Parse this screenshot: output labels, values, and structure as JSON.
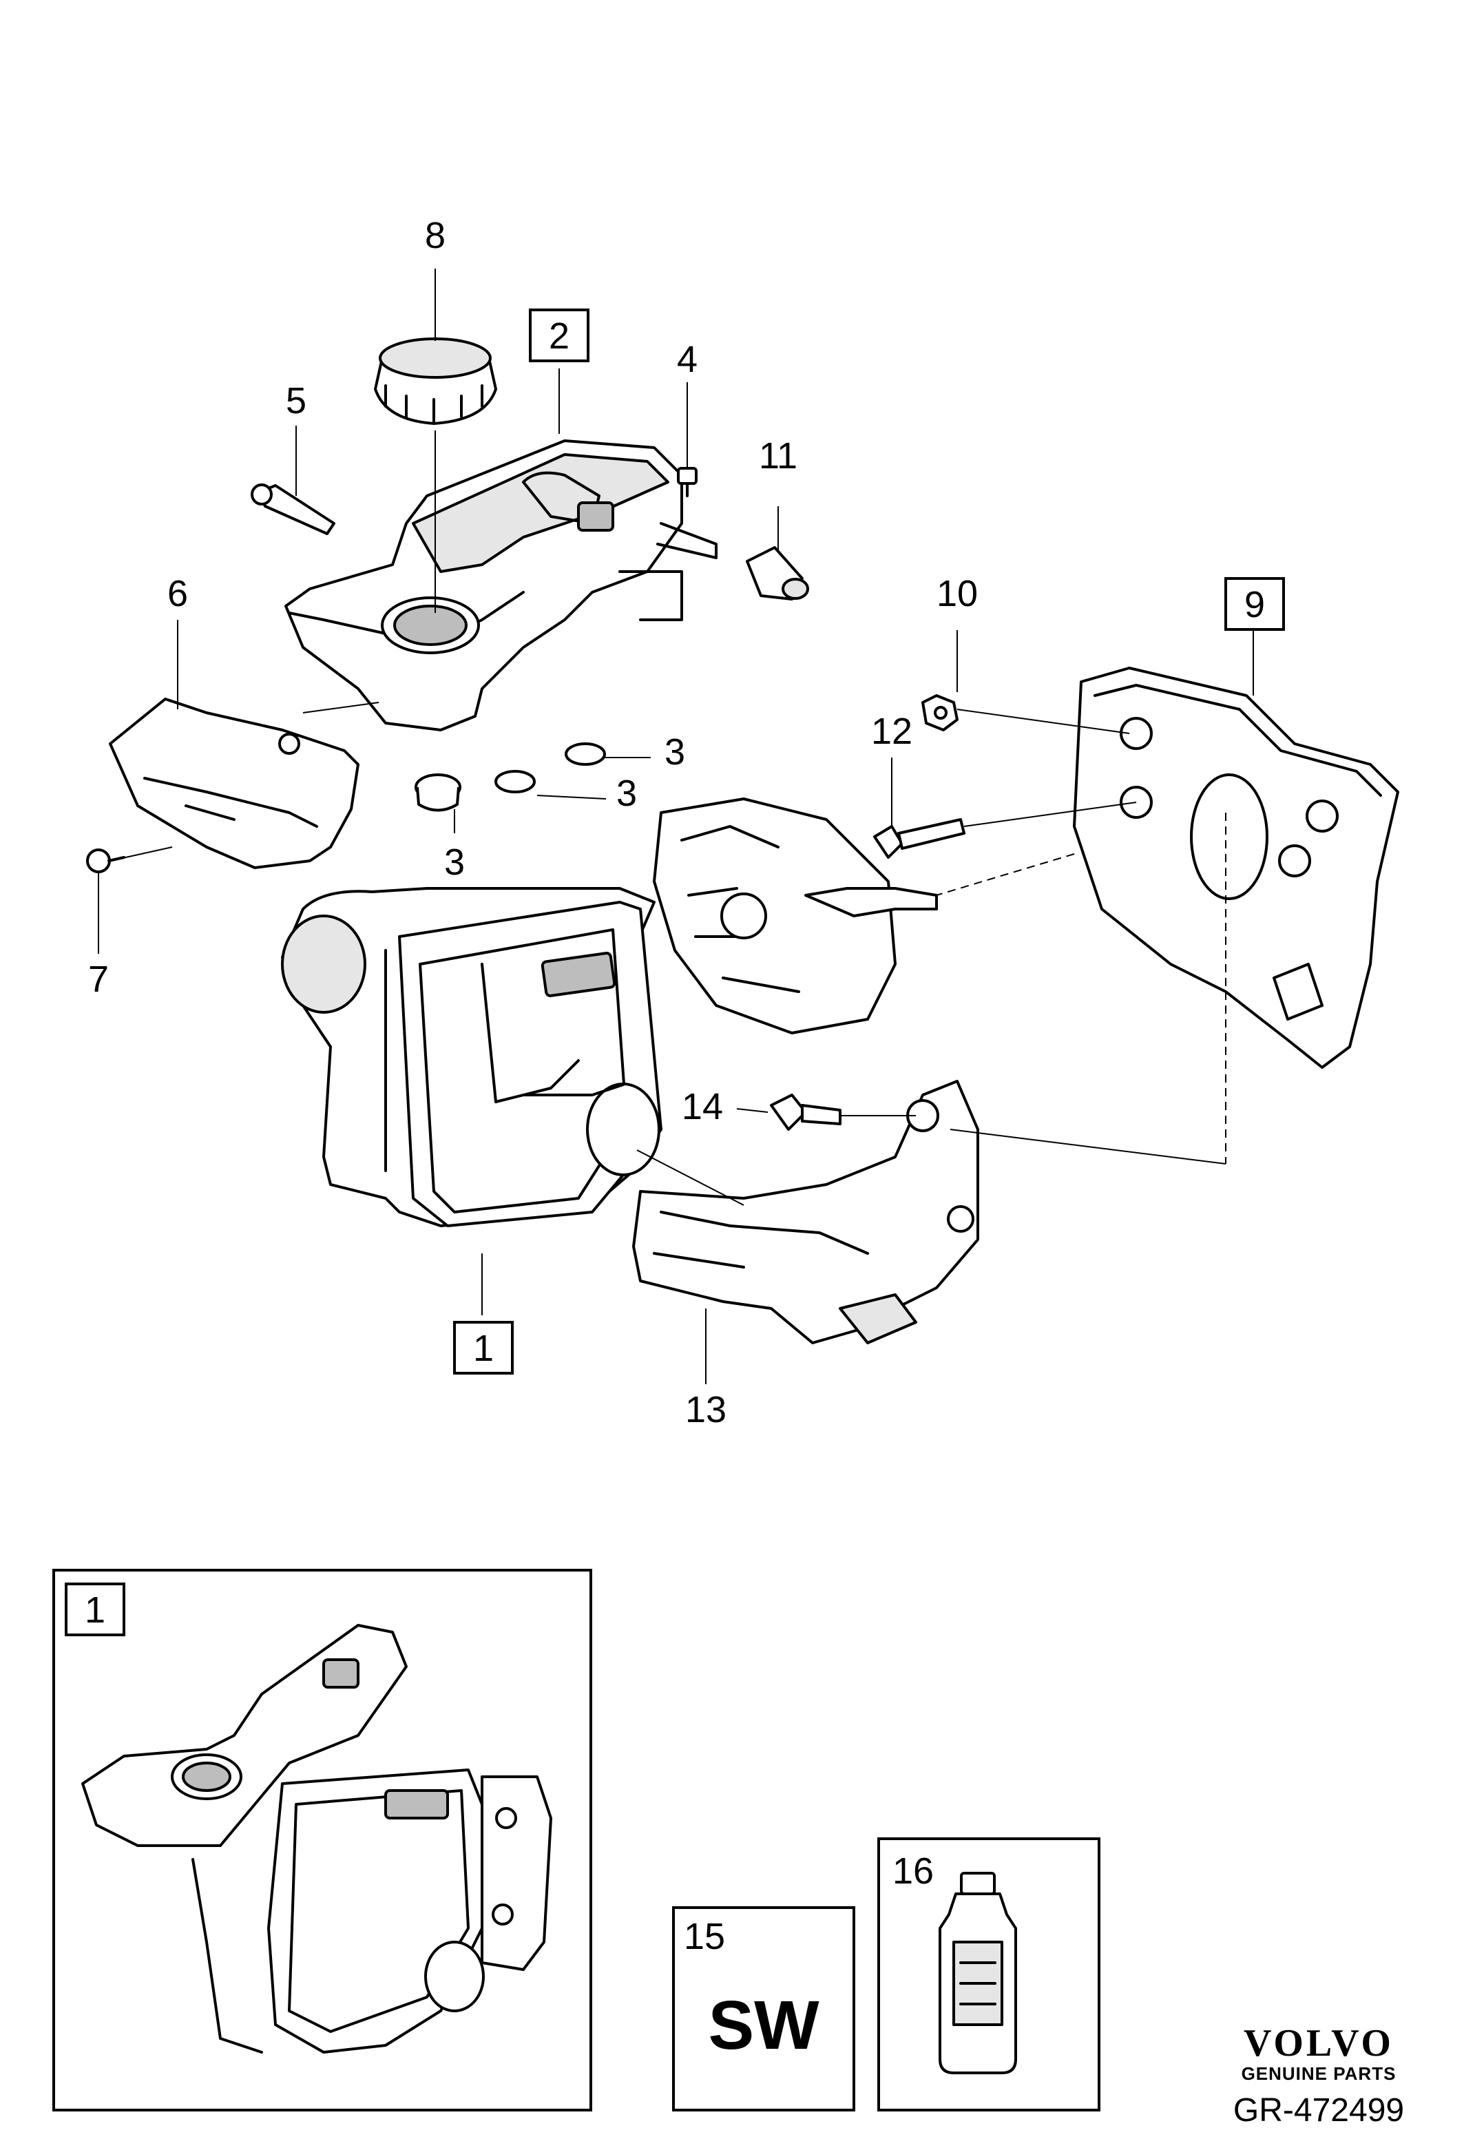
{
  "callouts": {
    "c1": "1",
    "c2": "2",
    "c3a": "3",
    "c3b": "3",
    "c3c": "3",
    "c4": "4",
    "c5": "5",
    "c6": "6",
    "c7": "7",
    "c8": "8",
    "c9": "9",
    "c10": "10",
    "c11": "11",
    "c12": "12",
    "c13": "13",
    "c14": "14"
  },
  "inset": {
    "label": "1"
  },
  "sw_box": {
    "number": "15",
    "text": "SW"
  },
  "fluid_box": {
    "number": "16"
  },
  "brand": {
    "name": "VOLVO",
    "tagline": "GENUINE PARTS"
  },
  "reference": "GR-472499"
}
